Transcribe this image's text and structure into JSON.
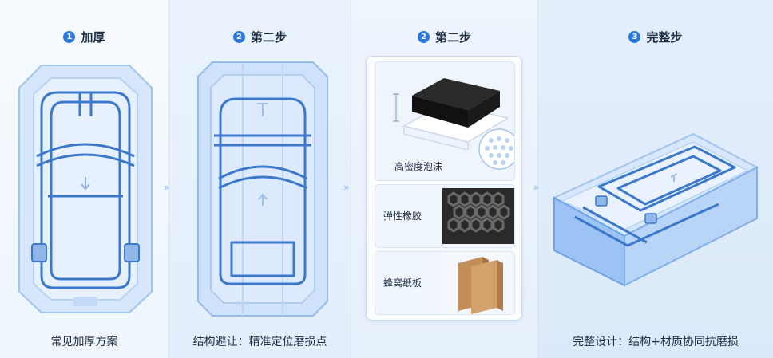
{
  "panels": [
    {
      "step": "1",
      "title": "加厚",
      "caption": "常见加厚方案"
    },
    {
      "step": "2",
      "title": "第二步",
      "caption": "结构避让：精准定位磨损点"
    },
    {
      "step": "2",
      "title": "第二步"
    },
    {
      "step": "3",
      "title": "完整步",
      "caption": "完整设计：结构+材质协同抗磨损"
    }
  ],
  "materials": [
    {
      "label": "高密度泡沫"
    },
    {
      "label": "弹性橡胶"
    },
    {
      "label": "蜂窝纸板"
    }
  ],
  "colors": {
    "accent": "#2a78e0",
    "case_fill": "#cfe2fb",
    "frame_stroke": "#3b78cc",
    "foam": "#1c1c1c",
    "cardboard": "#c8955f"
  }
}
